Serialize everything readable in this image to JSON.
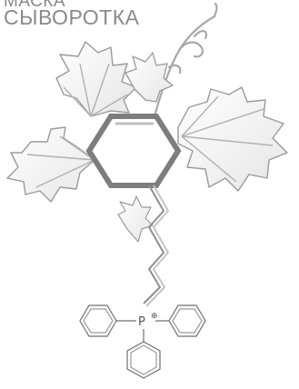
{
  "title": {
    "line1": "МАСКА",
    "line2": "СЫВОРОТКА"
  },
  "structure": {
    "charge": "⊕",
    "phosphorus": "P"
  },
  "colors": {
    "title": "#8a8a8a",
    "leaf_stroke": "#9a9a9a",
    "leaf_fill": "#f2f2f2",
    "bond_dark": "#7d7d7d",
    "bond_light": "#bdbdbd",
    "phenyl_stroke": "#6f6f6f"
  },
  "icons": [
    "grape-leaf-icon",
    "vine-tendril-icon",
    "hexagon-ring-icon",
    "phenyl-ring-icon"
  ]
}
